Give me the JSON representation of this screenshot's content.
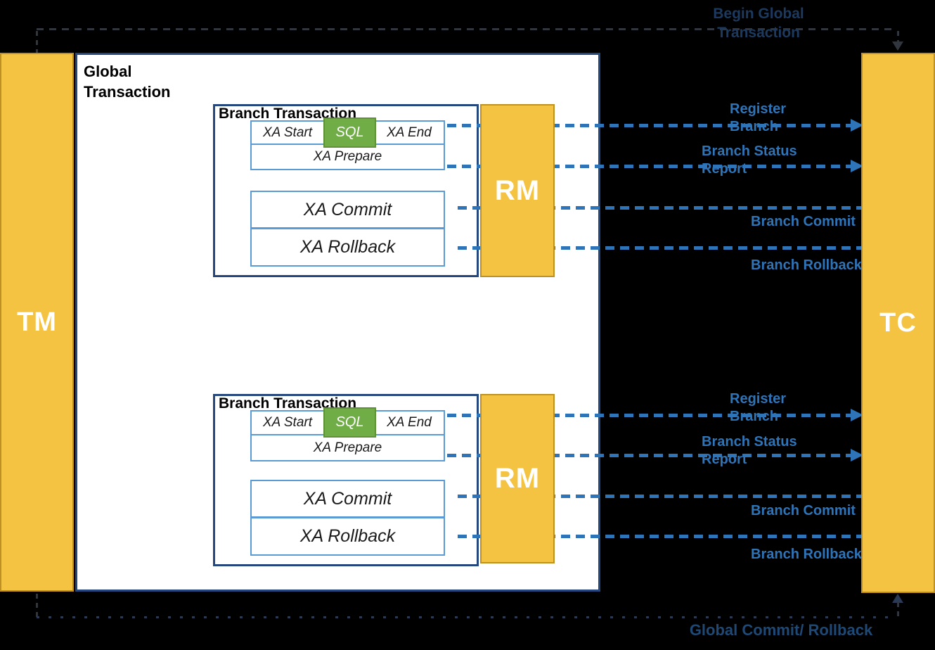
{
  "actors": {
    "tm": "TM",
    "tc": "TC",
    "rm": "RM"
  },
  "global_transaction": {
    "title": "Global Transaction"
  },
  "flows": {
    "begin": "Begin Global Transaction",
    "finish": "Global Commit/ Rollback"
  },
  "branches": [
    {
      "title": "Branch Transaction",
      "xa_start": "XA Start",
      "sql": "SQL",
      "xa_end": "XA End",
      "xa_prepare": "XA Prepare",
      "xa_commit": "XA Commit",
      "xa_rollback": "XA Rollback",
      "register_branch": "Register Branch",
      "branch_status_report": "Branch Status Report",
      "branch_commit": "Branch Commit",
      "branch_rollback": "Branch Rollback"
    },
    {
      "title": "Branch Transaction",
      "xa_start": "XA Start",
      "sql": "SQL",
      "xa_end": "XA End",
      "xa_prepare": "XA Prepare",
      "xa_commit": "XA Commit",
      "xa_rollback": "XA Rollback",
      "register_branch": "Register Branch",
      "branch_status_report": "Branch Status Report",
      "branch_commit": "Branch Commit",
      "branch_rollback": "Branch Rollback"
    }
  ],
  "colors": {
    "canvas_bg": "#000000",
    "actor_yellow": "#F5C342",
    "actor_border": "#BD9125",
    "panel_white": "#FFFFFF",
    "panel_border_navy": "#24477E",
    "step_border_blue": "#5B9BD5",
    "sql_green": "#70AD47",
    "sql_green_border": "#5F9136",
    "arrow_blue": "#2E74B8",
    "message_label_blue": "#2E74B8",
    "begin_label_navy": "#1C3A5F",
    "finish_label_navy": "#1E4976",
    "faint_dash": "#31363E",
    "finish_dots": "#2A3A55",
    "title_black": "#000000"
  }
}
